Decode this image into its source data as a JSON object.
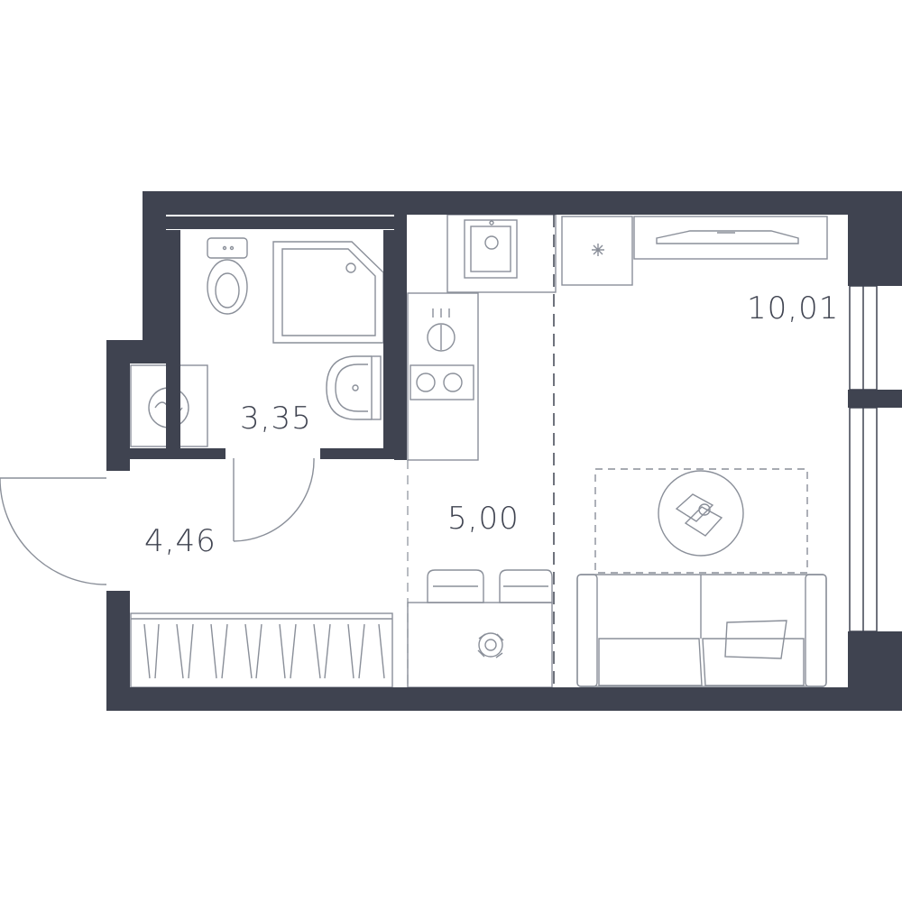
{
  "colors": {
    "wall": "#3f4350",
    "line": "#8a8f99",
    "fixture_fill": "#ffffff",
    "background": "#ffffff"
  },
  "rooms": {
    "bathroom": {
      "area": "3,35"
    },
    "hallway": {
      "area": "4,46"
    },
    "kitchen": {
      "area": "5,00"
    },
    "living": {
      "area": "10,01"
    }
  },
  "icons": [
    "toilet-icon",
    "shower-tray-icon",
    "washbasin-icon",
    "washing-machine-icon",
    "kitchen-sink-icon",
    "stove-icon",
    "fridge-icon",
    "tv-icon",
    "sofa-icon",
    "coffee-table-icon",
    "dining-table-icon",
    "chair-icon",
    "wardrobe-icon",
    "entrance-door-icon",
    "bathroom-door-icon",
    "window-icon"
  ]
}
